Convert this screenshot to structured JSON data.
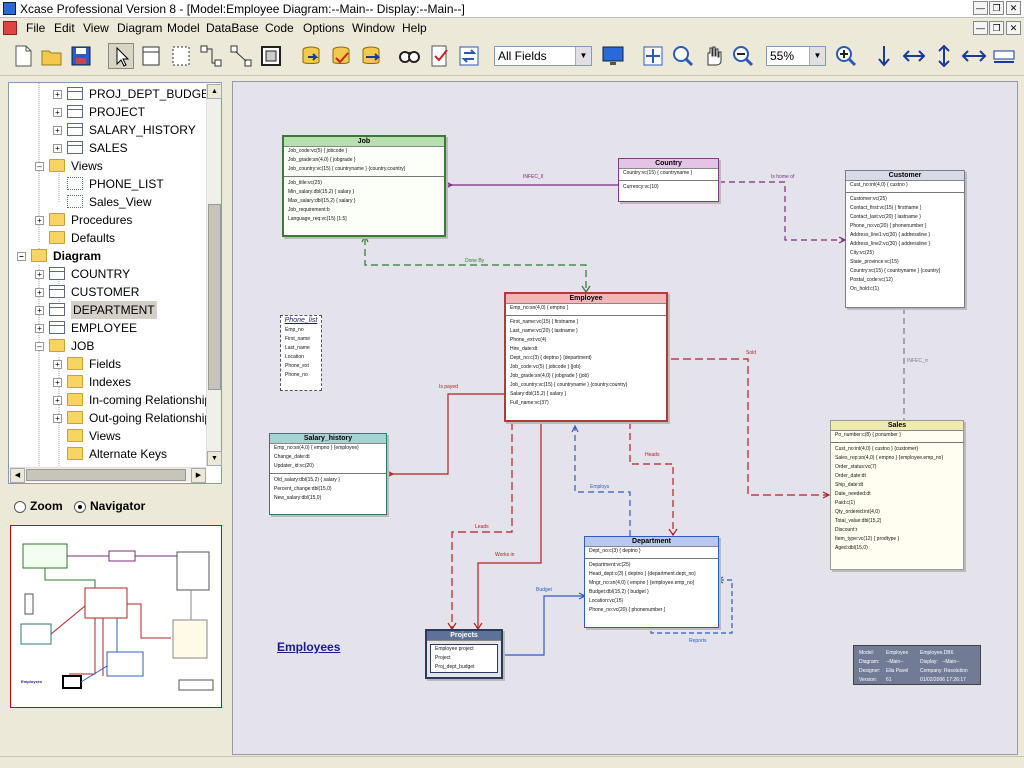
{
  "window": {
    "title": "Xcase Professional Version 8 - [Model:Employee  Diagram:--Main--  Display:--Main--]"
  },
  "menu": [
    "File",
    "Edit",
    "View",
    "Diagram",
    "Model",
    "DataBase",
    "Code",
    "Options",
    "Window",
    "Help"
  ],
  "toolbar": {
    "fields_filter": "All Fields",
    "zoom_value": "55%"
  },
  "tree": {
    "items": [
      {
        "label": "PROJ_DEPT_BUDGET",
        "type": "table"
      },
      {
        "label": "PROJECT",
        "type": "table"
      },
      {
        "label": "SALARY_HISTORY",
        "type": "table"
      },
      {
        "label": "SALES",
        "type": "table"
      },
      {
        "label": "Views",
        "type": "folder"
      },
      {
        "label": "PHONE_LIST",
        "type": "view"
      },
      {
        "label": "Sales_View",
        "type": "view"
      },
      {
        "label": "Procedures",
        "type": "folder"
      },
      {
        "label": "Defaults",
        "type": "folder"
      },
      {
        "label": "Diagram",
        "type": "diagram"
      },
      {
        "label": "COUNTRY",
        "type": "table"
      },
      {
        "label": "CUSTOMER",
        "type": "table"
      },
      {
        "label": "DEPARTMENT",
        "type": "table"
      },
      {
        "label": "EMPLOYEE",
        "type": "table"
      },
      {
        "label": "JOB",
        "type": "folder"
      },
      {
        "label": "Fields",
        "type": "folder"
      },
      {
        "label": "Indexes",
        "type": "folder"
      },
      {
        "label": "In-coming Relationships",
        "type": "folder"
      },
      {
        "label": "Out-going Relationships",
        "type": "folder"
      },
      {
        "label": "Views",
        "type": "folder"
      },
      {
        "label": "Alternate Keys",
        "type": "folder"
      }
    ]
  },
  "view_mode": {
    "zoom_label": "Zoom",
    "navigator_label": "Navigator",
    "selected": "navigator"
  },
  "diagram": {
    "title": "Employees",
    "entities": {
      "job": {
        "name": "Job",
        "rows": [
          "Job_code:vc(5) { jobcode }",
          "Job_grade:sn(4,0) { jobgrade }",
          "Job_country:vc(15) { countryname } {country.country}",
          "Job_title:vc(25)",
          "Min_salary:dbl(15,2) { salary }",
          "Max_salary:dbl(15,2) { salary }",
          "Job_requirement:b",
          "Language_req:vc(15) [1:5]"
        ],
        "sep_after": 3
      },
      "country": {
        "name": "Country",
        "rows": [
          "Country:vc(15) { countryname }",
          "Currency:vc(10)"
        ],
        "sep_after": 1
      },
      "customer": {
        "name": "Customer",
        "rows": [
          "Cust_no:int(4,0) { custno }",
          "Customer:vc(25)",
          "Contact_first:vc(15) { firstname }",
          "Contact_last:vc(20) { lastname }",
          "Phone_no:vc(20) { phonenumber }",
          "Address_line1:vc(30) { addressline }",
          "Address_line2:vc(30) { addressline }",
          "City:vc(25)",
          "State_province:vc(15)",
          "Country:vc(15) { countryname } {country}",
          "Postal_code:vc(12)",
          "On_hold:c(1)"
        ],
        "sep_after": 1
      },
      "phone_list": {
        "name": "Phone_list",
        "rows": [
          "Emp_no",
          "First_name",
          "Last_name",
          "Location",
          "Phone_ext",
          "Phone_no"
        ]
      },
      "employee": {
        "name": "Employee",
        "rows": [
          "Emp_no:sn(4,0) { empno }",
          "First_name:vc(15) { firstname }",
          "Last_name:vc(20) { lastname }",
          "Phone_ext:vc(4)",
          "Hire_date:dt",
          "Dept_no:c(3) { deptno } {department}",
          "Job_code:vc(5) { jobcode } {job}",
          "Job_grade:sn(4,0) { jobgrade } {job}",
          "Job_country:vc(15) { countryname } {country.country}",
          "Salary:dbl(15,2) { salary }",
          "Full_name:vc(37)"
        ],
        "sep_after": 1
      },
      "salary_history": {
        "name": "Salary_history",
        "rows": [
          "Emp_no:sn(4,0) { empno } {employee}",
          "Change_date:dt",
          "Updater_id:vc(20)",
          "Old_salary:dbl(15,2) { salary }",
          "Percent_change:dbl(15,0)",
          "New_salary:dbl(15,0)"
        ],
        "sep_after": 3
      },
      "sales": {
        "name": "Sales",
        "rows": [
          "Po_number:c(8) { ponumber }",
          "Cust_no:int(4,0) { custno } {customer}",
          "Sales_rep:sn(4,0) { empno } {employee.emp_no}",
          "Order_status:vc(7)",
          "Order_date:dt",
          "Ship_date:dt",
          "Date_needed:dt",
          "Paid:c(1)",
          "Qty_ordered:int(4,0)",
          "Total_value:dbl(15,2)",
          "Discount:r",
          "Item_type:vc(12) { prodtype }",
          "Aged:dbl(15,0)"
        ],
        "sep_after": 1
      },
      "department": {
        "name": "Department",
        "rows": [
          "Dept_no:c(3) { deptno }",
          "Department:vc(25)",
          "Head_dept:c(3) { deptno } {department.dept_no}",
          "Mngr_no:sn(4,0) { empno } {employee.emp_no}",
          "Budget:dbl(15,2) { budget }",
          "Location:vc(15)",
          "Phone_no:vc(20) { phonenumber }"
        ],
        "sep_after": 1
      },
      "projects": {
        "name": "Projects",
        "rows": [
          "Employee project",
          "Project",
          "Proj_dept_budget"
        ]
      }
    },
    "relationships": {
      "infec_ii": "INFEC_II",
      "is_home_of": "Is home of",
      "done_by": "Done By",
      "sold": "Sold",
      "infec_rr": "INFEC_rr",
      "is_payed": "Is payed",
      "heads": "Heads",
      "employs": "Employs",
      "leads": "Leads",
      "works_in": "Works in",
      "budget": "Budget",
      "reports": "Reports"
    },
    "info_box": {
      "model_label": "Model:",
      "model_value": "Employee",
      "model_extra": "Employee.DB6",
      "diagram_label": "Diagram:",
      "diagram_value": "--Main--",
      "display_label": "Display:",
      "display_value": "--Main--",
      "designer_label": "Designer:",
      "designer_value": "Ella Pavel",
      "company_label": "Company:",
      "company_value": "Resolution",
      "version_label": "Version:",
      "version_value": "61",
      "date_value": "01/02/2006  17:26:17"
    }
  },
  "colors": {
    "job_header": "#b7dfb0",
    "job_border": "#3a7a33",
    "country_header": "#e3c4e6",
    "country_border": "#7a3d82",
    "customer_header": "#d7dbe8",
    "employee_header": "#f1b7b7",
    "employee_border": "#b33a3a",
    "salary_header": "#a6d2d0",
    "sales_header": "#eeeab0",
    "department_header": "#b9c8ef",
    "projects_header": "#5d7296",
    "rel_red": "#b32020",
    "rel_purple": "#7a2a80",
    "rel_green": "#2e7a2e",
    "rel_blue": "#2c5cc0",
    "rel_gray": "#7a7a88"
  }
}
